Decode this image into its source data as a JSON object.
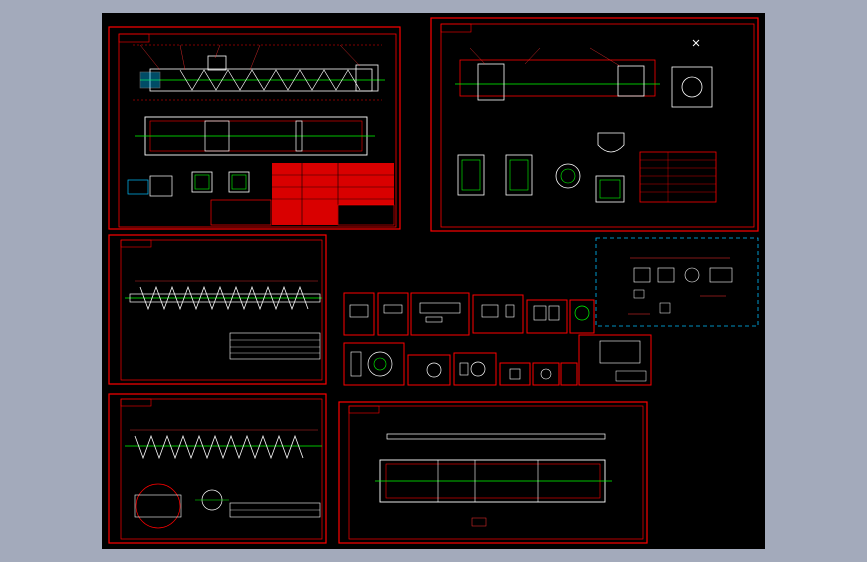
{
  "viewport": {
    "background": "#000000",
    "outer_background": "#a3aabb"
  },
  "colors": {
    "sheet_border": "#ff0000",
    "geometry": "#ffffff",
    "centerline": "#00ff00",
    "annotation": "#ff3030",
    "hatch_fill": "#ff0000",
    "layout_box": "#00bfff"
  },
  "sheets": [
    {
      "name": "sheet-assembly-top-left",
      "kind": "assembly"
    },
    {
      "name": "sheet-assembly-top-right",
      "kind": "assembly"
    },
    {
      "name": "sheet-screw-shaft-a",
      "kind": "part"
    },
    {
      "name": "sheet-screw-shaft-b",
      "kind": "part"
    },
    {
      "name": "sheet-trough",
      "kind": "part"
    },
    {
      "name": "sheet-small-parts",
      "kind": "parts-group"
    },
    {
      "name": "sheet-cyan-notes",
      "kind": "notes"
    }
  ],
  "icons": {
    "cursor": "crosshair-cursor-icon"
  }
}
